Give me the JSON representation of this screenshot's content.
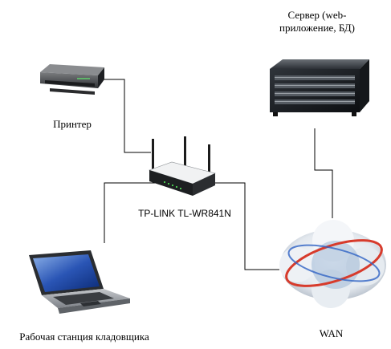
{
  "nodes": {
    "server": {
      "label": "Сервер (web-\nприложение, БД)",
      "icon": "server-rack-icon"
    },
    "printer": {
      "label": "Принтер",
      "icon": "printer-icon"
    },
    "router": {
      "label": "TP-LINK TL-WR841N",
      "icon": "wifi-router-icon"
    },
    "workstation": {
      "label": "Рабочая станция кладовщика",
      "icon": "laptop-icon"
    },
    "wan": {
      "label": "WAN",
      "icon": "cloud-globe-icon"
    }
  },
  "edges": [
    {
      "from": "printer",
      "to": "router"
    },
    {
      "from": "router",
      "to": "workstation"
    },
    {
      "from": "router",
      "to": "wan"
    },
    {
      "from": "server",
      "to": "wan"
    }
  ],
  "colors": {
    "line": "#000000",
    "cloud": "#dde3ea",
    "ring": "#d73b2c"
  }
}
